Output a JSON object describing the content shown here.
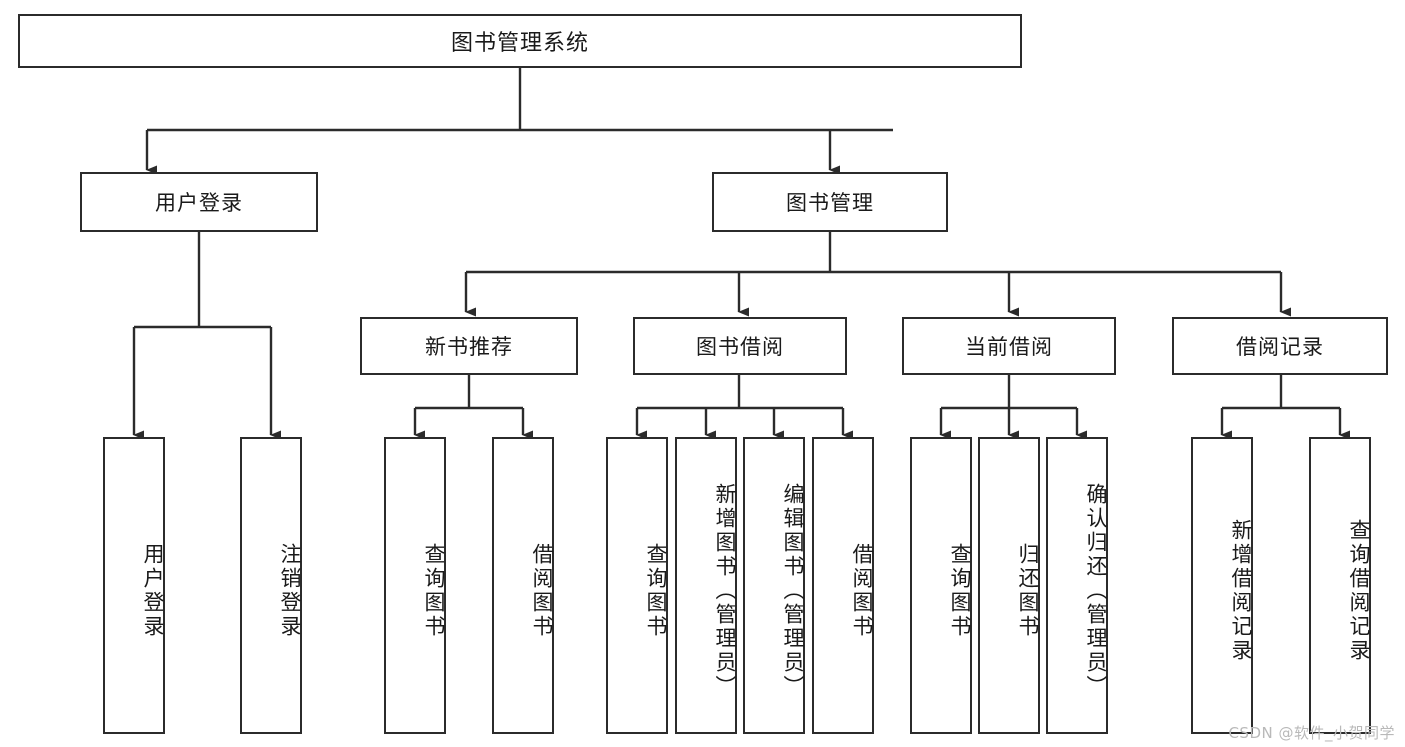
{
  "diagram": {
    "title": "图书管理系统",
    "type": "hierarchy-tree",
    "background_color": "#ffffff",
    "border_color": "#2b2b2b",
    "text_color": "#1a1a1a",
    "root": {
      "label": "图书管理系统"
    },
    "level1": [
      {
        "label": "用户登录"
      },
      {
        "label": "图书管理"
      }
    ],
    "level2": [
      {
        "label": "新书推荐"
      },
      {
        "label": "图书借阅"
      },
      {
        "label": "当前借阅"
      },
      {
        "label": "借阅记录"
      }
    ],
    "leaves": {
      "user_login": [
        {
          "label": "用户登录"
        },
        {
          "label": "注销登录"
        }
      ],
      "new_book_recommend": [
        {
          "label": "查询图书"
        },
        {
          "label": "借阅图书"
        }
      ],
      "book_borrow": [
        {
          "label": "查询图书"
        },
        {
          "label": "新增图书（管理员）"
        },
        {
          "label": "编辑图书（管理员）"
        },
        {
          "label": "借阅图书"
        }
      ],
      "current_borrow": [
        {
          "label": "查询图书"
        },
        {
          "label": "归还图书"
        },
        {
          "label": "确认归还（管理员）"
        }
      ],
      "borrow_record": [
        {
          "label": "新增借阅记录"
        },
        {
          "label": "查询借阅记录"
        }
      ]
    }
  },
  "watermark": {
    "text": "CSDN @软件_小贺同学",
    "color": "#b9b9b9"
  }
}
